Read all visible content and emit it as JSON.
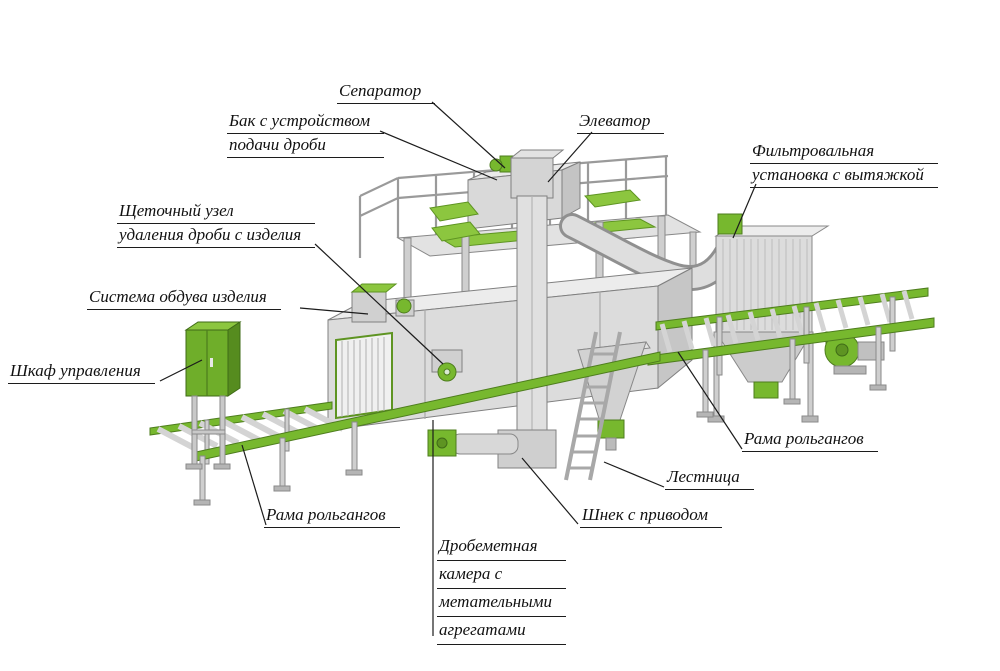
{
  "labels": {
    "separator": {
      "l1": "Сепаратор"
    },
    "tank": {
      "l1": "Бак с устройством",
      "l2": "подачи дроби"
    },
    "elevator": {
      "l1": "Элеватор"
    },
    "filter": {
      "l1": "Фильтровальная",
      "l2": "установка с вытяжкой"
    },
    "brush": {
      "l1": "Щеточный узел",
      "l2": "удаления дроби с изделия"
    },
    "blowoff": {
      "l1": "Система обдува изделия"
    },
    "cabinet": {
      "l1": "Шкаф управления"
    },
    "frame_left": {
      "l1": "Рама рольгангов"
    },
    "frame_right": {
      "l1": "Рама рольгангов"
    },
    "ladder": {
      "l1": "Лестница"
    },
    "screw": {
      "l1": "Шнек с приводом"
    },
    "chamber": {
      "l1": "Дробеметная",
      "l2": "камера с",
      "l3": "метательными",
      "l4": "агрегатами"
    }
  },
  "colors": {
    "accent_green": "#77b82e",
    "accent_green_light": "#8cc63f",
    "accent_green_dark": "#4e7d1e",
    "machine_gray": "#dcdcdc",
    "outline_gray": "#808080",
    "leader_black": "#1c1c1c"
  }
}
